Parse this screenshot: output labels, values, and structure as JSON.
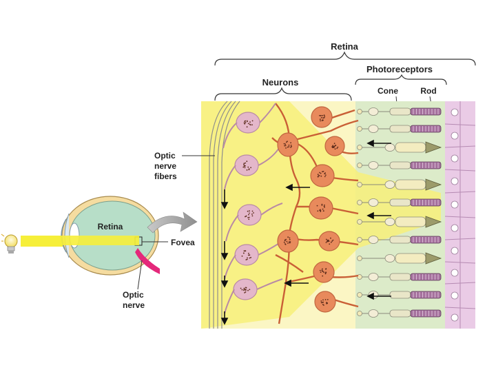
{
  "labels": {
    "retina_top": "Retina",
    "photoreceptors": "Photoreceptors",
    "neurons": "Neurons",
    "cone": "Cone",
    "rod": "Rod",
    "optic_nerve_fibers_1": "Optic",
    "optic_nerve_fibers_2": "nerve",
    "optic_nerve_fibers_3": "fibers",
    "eye_retina": "Retina",
    "fovea": "Fovea",
    "optic_nerve_1": "Optic",
    "optic_nerve_2": "nerve"
  },
  "colors": {
    "light_beam": "#f6ee3a",
    "neuron_pink": "#e4b7ca",
    "neuron_orange": "#e88a5c",
    "photoreceptor_green": "#dcebc9",
    "epithelium_pink": "#eacbe6",
    "optic_nerve_magenta": "#e4287a",
    "eye_sclera": "#f5dca0",
    "eye_green": "#b7dec8"
  }
}
